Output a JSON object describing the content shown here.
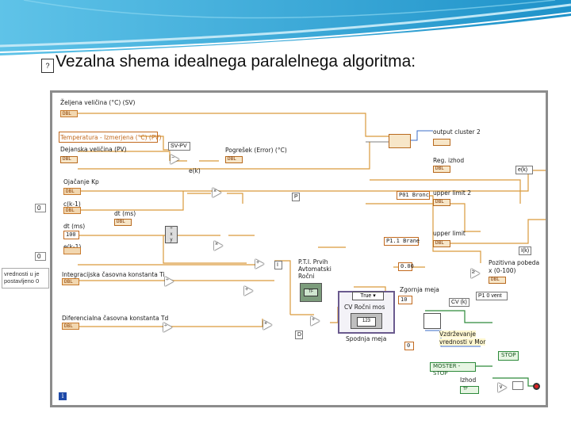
{
  "slide": {
    "title": "Vezalna shema idealnega paralelnega algoritma:",
    "title_bullet": "\u0000",
    "colors": {
      "banner": "#2aa6d6",
      "frame": "#8c8c8c",
      "wire_orange": "#d99a3c",
      "wire_blue": "#3b6dc9",
      "wire_green": "#2d8a3a"
    }
  },
  "diagram": {
    "labels": {
      "zeljena": "Željena veličina (°C) (SV)",
      "temperatura": "Temperatura - Izmerjena (°C) (PV)",
      "dejanska": "Dejanska veličina (PV)",
      "sv_pv": "SV-PV",
      "pogresek": "Pogrešek (Error) (°C)",
      "e_k": "e(k)",
      "ojacanje": "Ojačanje Kp",
      "c_k1": "c(k-1)",
      "dt_ms": "dt (ms)",
      "dt": "dt (ms)",
      "dt_val": "100",
      "e_k1": "e(k-1)",
      "integracijska": "Integracijska časovna konstanta Ti",
      "diferencialna": "Diferencialna časovna konstanta Td",
      "p": "P",
      "i": "I",
      "d": "D",
      "pid_izhod": "P.T.I. Prvih",
      "avtomatski": "Avtomatski",
      "rocni": "Ročni",
      "output_cluster": "output cluster 2",
      "reg_izhod": "Reg. izhod",
      "e_k_out": "e(k)",
      "p01_bronc": "P01 Bronc",
      "upper_limit2": "upper limit 2",
      "p01_brane": "P1.1 Brane",
      "upper_limit": "upper limit",
      "i_k": "I(k)",
      "zero": "0.00",
      "pozitivna": "Pozitivna pobeda",
      "n_100": "x (0-100)",
      "zgornja": "Zgornja meja",
      "ten": "10",
      "cv_k": "CV (k)",
      "p1_0_vent": "P1 0 vent",
      "true_case": "True",
      "cv_rocni": "CV Ročni mos",
      "val_123": "123",
      "spodnja": "Spodnja meja",
      "zero2": "0",
      "vzdrzevanje": "Vzdrževanje",
      "vrednosti": "vrednosti v Mor",
      "stop": "STOP",
      "master_stop": "MOSTER - STOP",
      "izhod": "Izhod",
      "tf": "TF",
      "dbl": "DBL",
      "note_line1": "vrednosti u je",
      "note_line2": "postavljeno 0",
      "left0_a": "0",
      "left0_b": "0",
      "info": "i"
    }
  }
}
